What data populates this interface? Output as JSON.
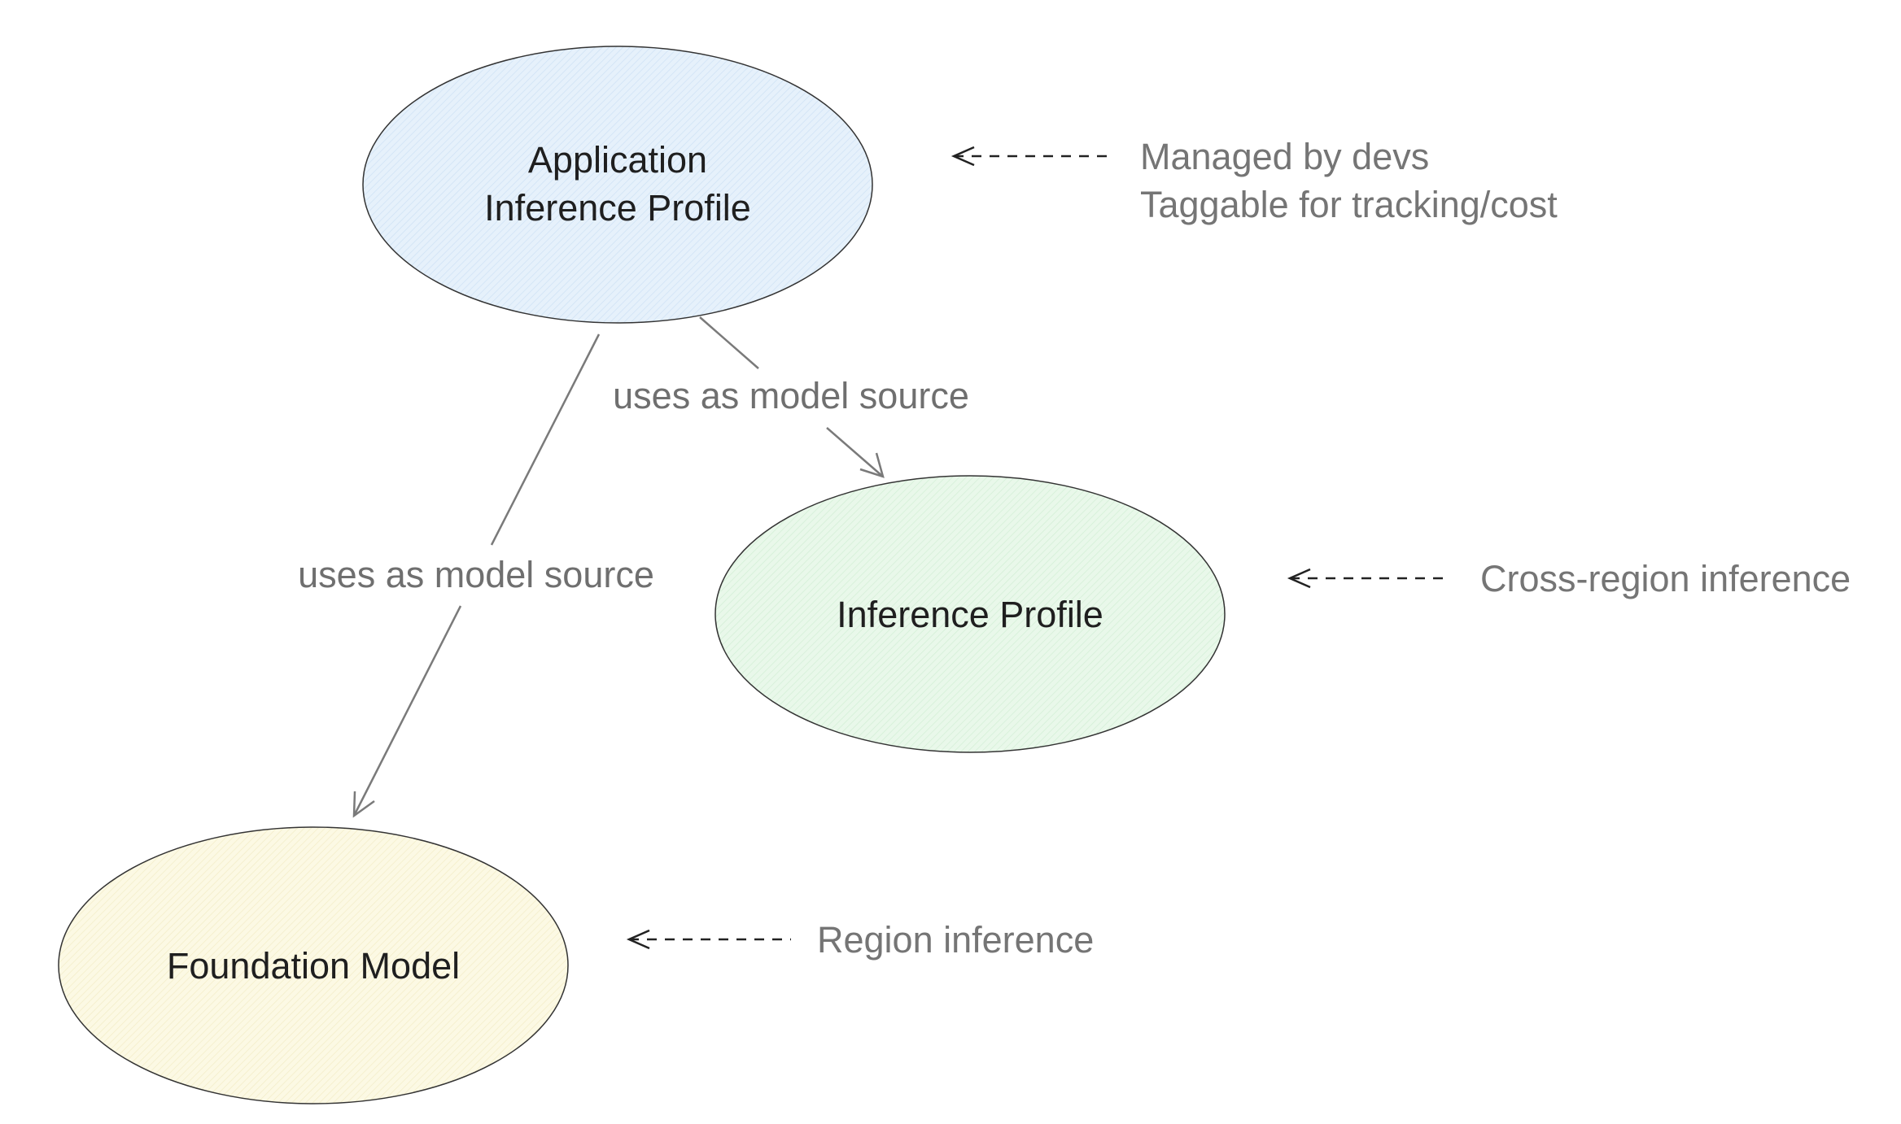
{
  "colors": {
    "application_profile_fill": "#e6f1fb",
    "inference_profile_fill": "#e9f8ea",
    "foundation_model_fill": "#fcf9e4",
    "node_stroke": "#333333",
    "edge_stroke": "#7a7a7a",
    "note_arrow_stroke": "#222222",
    "label_text": "#1f1f1f",
    "note_text": "#757575"
  },
  "nodes": {
    "application_profile": {
      "line1": "Application",
      "line2": "Inference Profile"
    },
    "inference_profile": {
      "label": "Inference Profile"
    },
    "foundation_model": {
      "label": "Foundation Model"
    }
  },
  "edges": {
    "app_to_inference": {
      "label": "uses as model source"
    },
    "app_to_foundation": {
      "label": "uses as model source"
    }
  },
  "notes": {
    "application_profile": {
      "line1": "Managed by devs",
      "line2": "Taggable for tracking/cost"
    },
    "inference_profile": {
      "label": "Cross-region inference"
    },
    "foundation_model": {
      "label": "Region inference"
    }
  }
}
